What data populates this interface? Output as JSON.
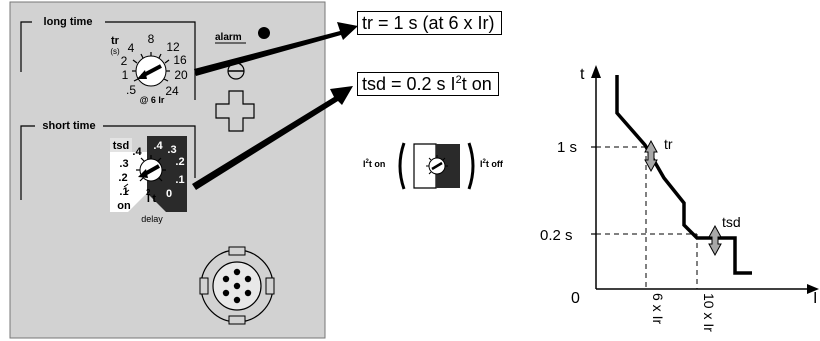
{
  "trip_unit": {
    "long_time": {
      "title": "long time",
      "dial_label": "tr",
      "dial_unit": "(s)",
      "dial_values": [
        ".5",
        "1",
        "2",
        "4",
        "8",
        "12",
        "16",
        "20",
        "24"
      ],
      "reference": "@ 6 Ir"
    },
    "alarm": {
      "label": "alarm"
    },
    "short_time": {
      "title": "short time",
      "dial_label": "tsd",
      "dial_values_on": [
        ".1",
        ".2",
        ".3",
        ".4"
      ],
      "dial_values_off": [
        ".4",
        ".3",
        ".2",
        ".1",
        "0"
      ],
      "i2t_symbol": "I",
      "i2t_exp": "2",
      "i2t_suffix": "t",
      "on_label": "on",
      "delay_label": "delay"
    }
  },
  "switch_legend": {
    "on_base": "I",
    "on_exp": "2",
    "on_suffix": "t on",
    "off_base": "I",
    "off_exp": "2",
    "off_suffix": "t off"
  },
  "callouts": {
    "tr": "tr = 1 s (at 6 x Ir)",
    "tsd_prefix": "tsd = 0.2 s I",
    "tsd_exp": "2",
    "tsd_suffix": "t on"
  },
  "graph": {
    "y_axis_label": "t",
    "x_axis_label": "I",
    "origin_label": "0",
    "y_ticks": [
      "1 s",
      "0.2 s"
    ],
    "x_ticks": [
      "6 x Ir",
      "10 x Ir"
    ],
    "curve_labels": [
      "tr",
      "tsd"
    ]
  }
}
